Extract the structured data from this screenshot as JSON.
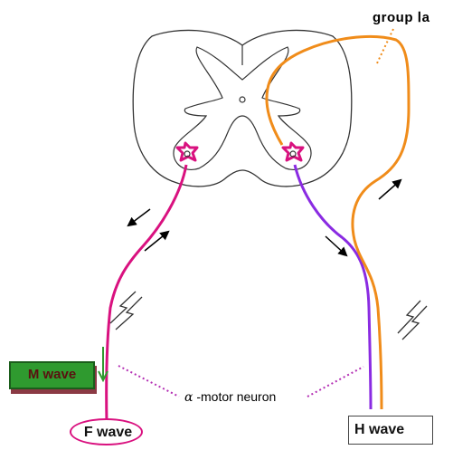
{
  "labels": {
    "group_ia": "group Ⅰa",
    "alpha": "α",
    "motor_neuron": " -motor neuron",
    "m_wave": "M wave",
    "f_wave": "F wave",
    "h_wave": "H wave"
  },
  "colors": {
    "motor_axon": "#d9117f",
    "motor_axon_right": "#8a2be2",
    "group_ia_fiber": "#f08c1a",
    "m_wave_box": "#2f9a2f",
    "outline": "#333333"
  }
}
